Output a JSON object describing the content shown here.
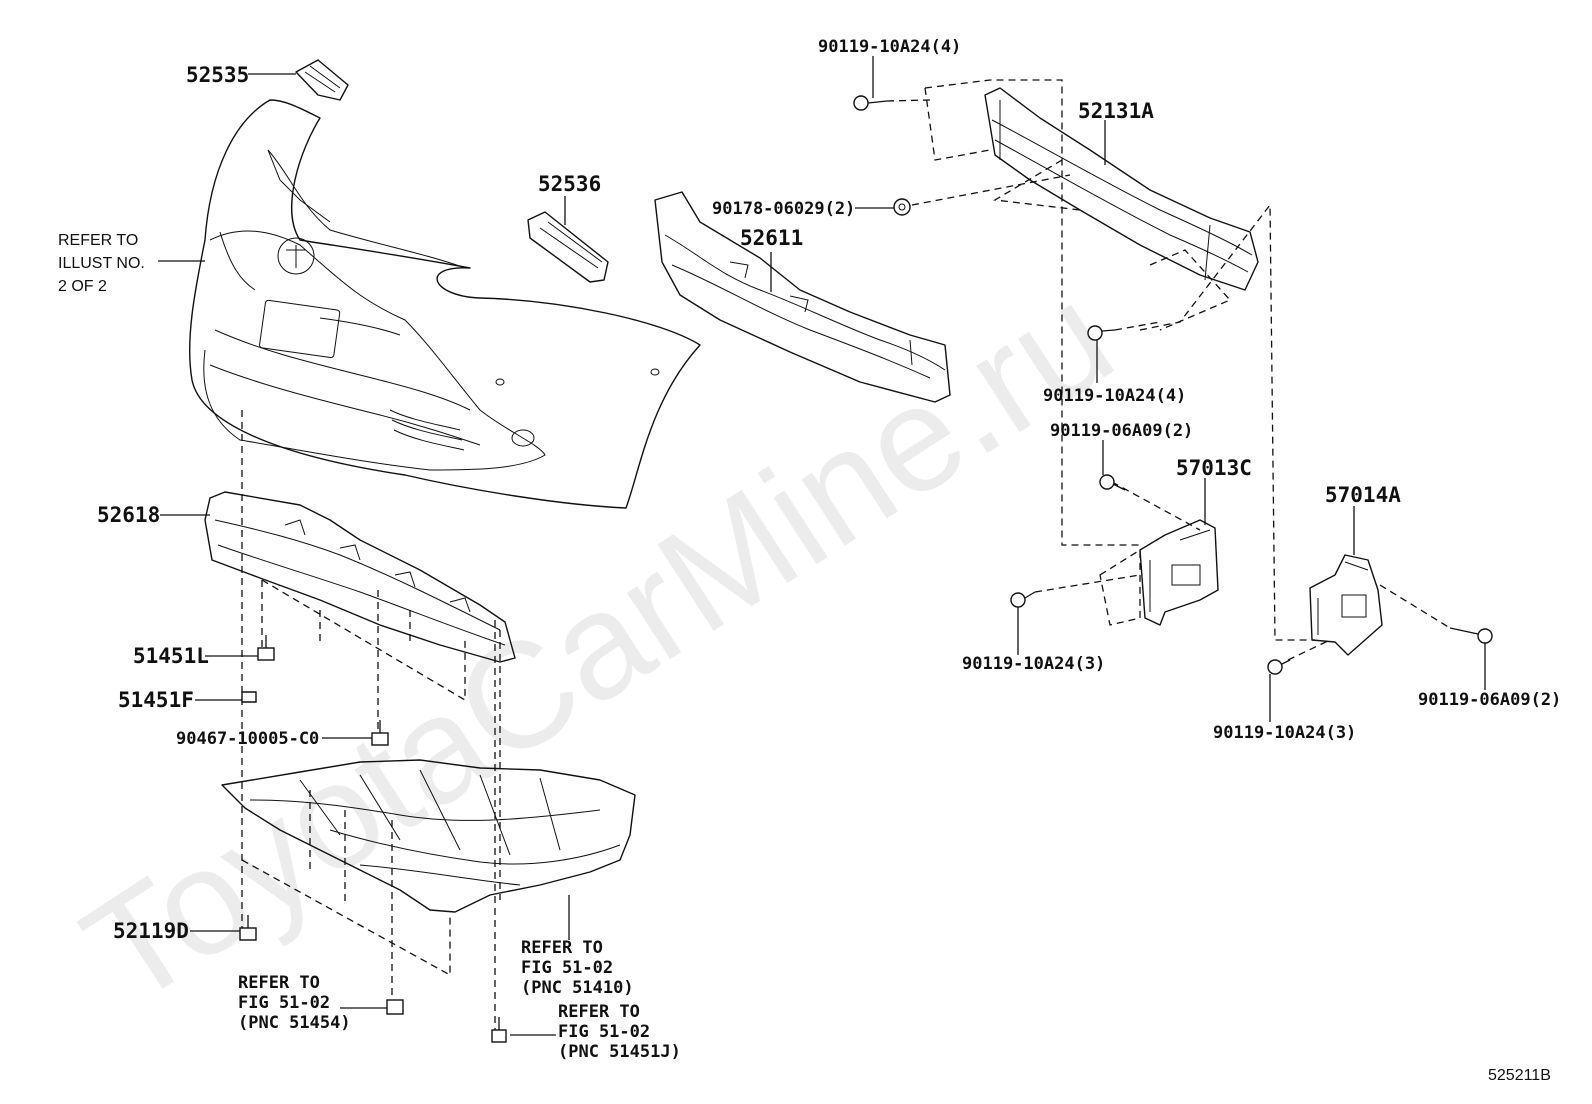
{
  "watermark": "ToyotaCarMine.ru",
  "diagram_code": "525211B",
  "labels": {
    "p52535": "52535",
    "p52536": "52536",
    "p52611": "52611",
    "p52131A": "52131A",
    "p52618": "52618",
    "p51451L": "51451L",
    "p51451F": "51451F",
    "p90467": "90467-10005-C0",
    "p52119D": "52119D",
    "p57013C": "57013C",
    "p57014A": "57014A",
    "b_top": "90119-10A24(4)",
    "b_90178": "90178-06029(2)",
    "b_mid": "90119-10A24(4)",
    "b_06a09_l": "90119-06A09(2)",
    "b_3_l": "90119-10A24(3)",
    "b_3_r": "90119-10A24(3)",
    "b_06a09_r": "90119-06A09(2)"
  },
  "notes": {
    "illust": [
      "REFER TO",
      "ILLUST NO.",
      "2 OF 2"
    ],
    "fig_51410": [
      "REFER TO",
      "FIG 51-02",
      "(PNC 51410)"
    ],
    "fig_51454": [
      "REFER TO",
      "FIG 51-02",
      "(PNC 51454)"
    ],
    "fig_51451J": [
      "REFER TO",
      "FIG 51-02",
      "(PNC 51451J)"
    ]
  }
}
